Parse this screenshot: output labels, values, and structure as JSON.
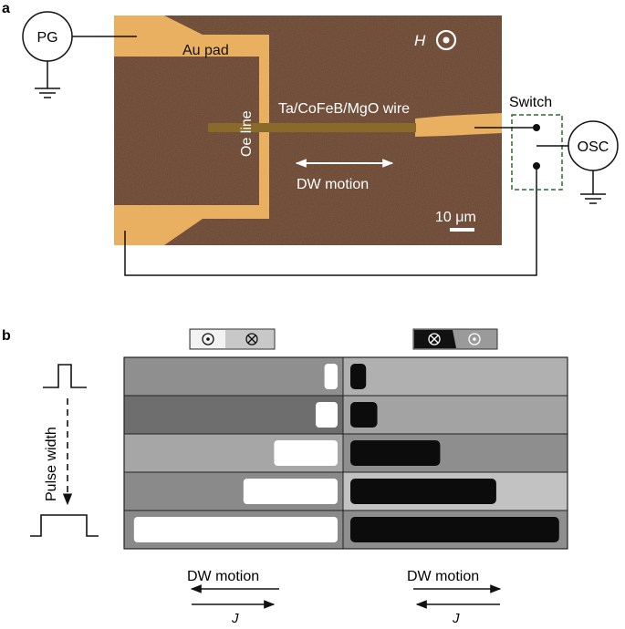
{
  "panel_a": {
    "label": "a",
    "pg": "PG",
    "osc": "OSC",
    "au_pad": "Au pad",
    "field": "H",
    "oe_line": "Oe line",
    "wire": "Ta/CoFeB/MgO wire",
    "dw_motion": "DW motion",
    "switch": "Switch",
    "scale": "10 μm"
  },
  "panel_b": {
    "label": "b",
    "pulse_width": "Pulse width",
    "left_dw_motion": "DW motion",
    "left_current": "J",
    "right_dw_motion": "DW motion",
    "right_current": "J",
    "left_domain_fractions": [
      0.06,
      0.1,
      0.29,
      0.43,
      0.93
    ],
    "right_domain_fractions": [
      0.07,
      0.12,
      0.4,
      0.65,
      0.93
    ]
  },
  "colors": {
    "chip_bg": "#6b4630",
    "gold": "#e8b060",
    "switch_box": "#2f6b2f"
  }
}
